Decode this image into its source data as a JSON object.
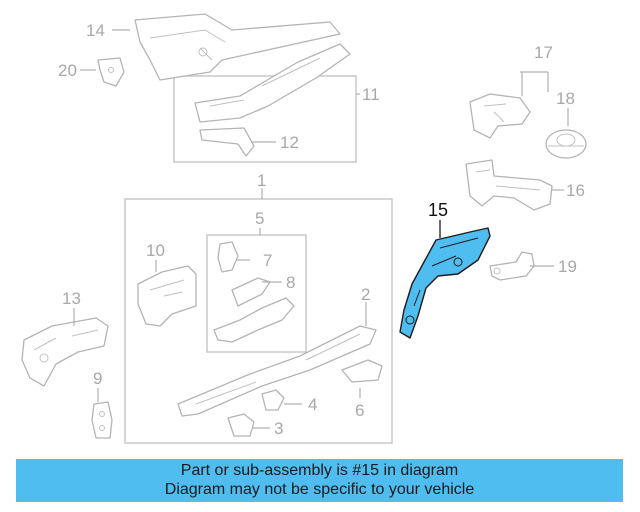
{
  "callouts": {
    "c1": "1",
    "c2": "2",
    "c3": "3",
    "c4": "4",
    "c5": "5",
    "c6": "6",
    "c7": "7",
    "c8": "8",
    "c9": "9",
    "c10": "10",
    "c11": "11",
    "c12": "12",
    "c13": "13",
    "c14": "14",
    "c15": "15",
    "c16": "16",
    "c17": "17",
    "c18": "18",
    "c19": "19",
    "c20": "20"
  },
  "highlighted_part": "15",
  "colors": {
    "highlight": "#4fbdf0",
    "outline_gray": "#b4b4b4",
    "banner": "#4fbdf0"
  },
  "banner": {
    "line1": "Part or sub-assembly is #15 in diagram",
    "line2": "Diagram may not be specific to your vehicle"
  }
}
